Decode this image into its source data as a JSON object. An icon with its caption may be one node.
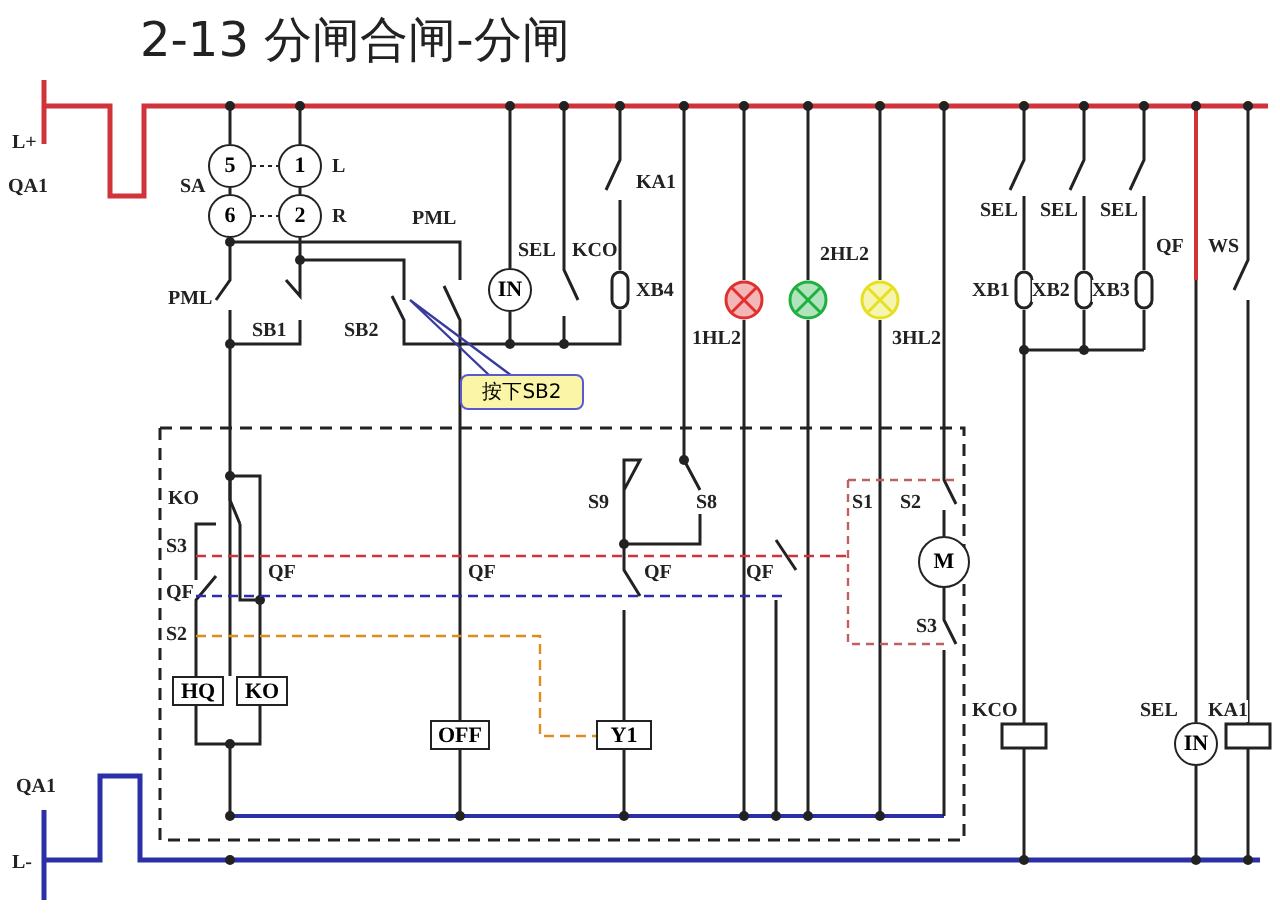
{
  "diagram": {
    "title": "2-13 分闸合闸-分闸",
    "nodes": [
      {
        "text": [
          "5"
        ]
      },
      {
        "text": [
          "1"
        ]
      },
      {
        "text": [
          "6"
        ]
      },
      {
        "text": [
          "2"
        ]
      },
      {
        "text": [
          "IN"
        ]
      },
      {
        "text": [
          "HQ"
        ]
      },
      {
        "text": [
          "KO"
        ]
      },
      {
        "text": [
          "OFF"
        ]
      },
      {
        "text": [
          "Y1"
        ]
      },
      {
        "text": [
          "M"
        ]
      },
      {
        "text": [
          "IN"
        ]
      },
      {
        "text": [
          "按下SB2"
        ]
      }
    ],
    "labels": [
      "L+",
      "QA1",
      "L",
      "SA",
      "R",
      "PML",
      "SB1",
      "PML",
      "SB2",
      "SEL",
      "KCO",
      "KA1",
      "XB4",
      "1HL2",
      "2HL2",
      "3HL2",
      "SEL",
      "SEL",
      "SEL",
      "XB1",
      "XB2",
      "XB3",
      "QF",
      "WS",
      "KO",
      "S3",
      "QF",
      "QF",
      "S2",
      "QF",
      "S9",
      "S8",
      "QF",
      "QF",
      "S1",
      "S2",
      "S3",
      "KCO",
      "SEL",
      "KA1",
      "QA1",
      "L-"
    ]
  }
}
